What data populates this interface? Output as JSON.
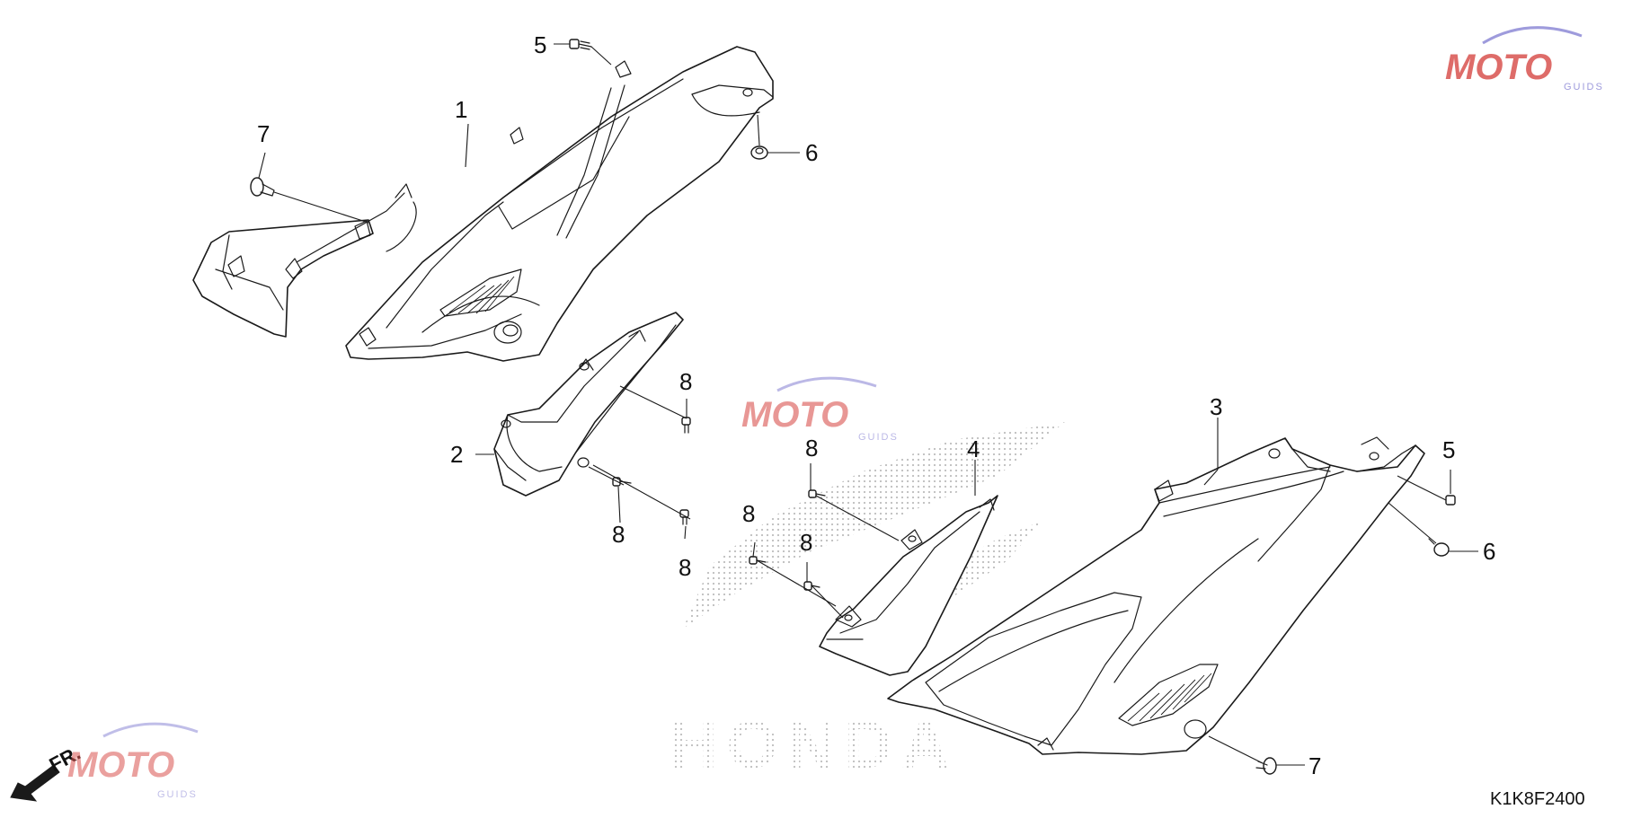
{
  "diagram": {
    "callouts": {
      "c1": "1",
      "c2": "2",
      "c3": "3",
      "c4": "4",
      "c5a": "5",
      "c5b": "5",
      "c6a": "6",
      "c6b": "6",
      "c7a": "7",
      "c7b": "7",
      "c8a": "8",
      "c8b": "8",
      "c8c": "8",
      "c8d": "8",
      "c8e": "8",
      "c8f": "8"
    },
    "part_code": "K1K8F2400",
    "front_arrow_label": "FR.",
    "background_logo": "HONDA",
    "watermark": {
      "main": "MOTO",
      "sub": "GUIDS"
    },
    "colors": {
      "line": "#1a1a1a",
      "watermark_red": "#d9534f",
      "watermark_blue": "#8e8ad6",
      "honda_dots": "#c8c8c8"
    }
  }
}
